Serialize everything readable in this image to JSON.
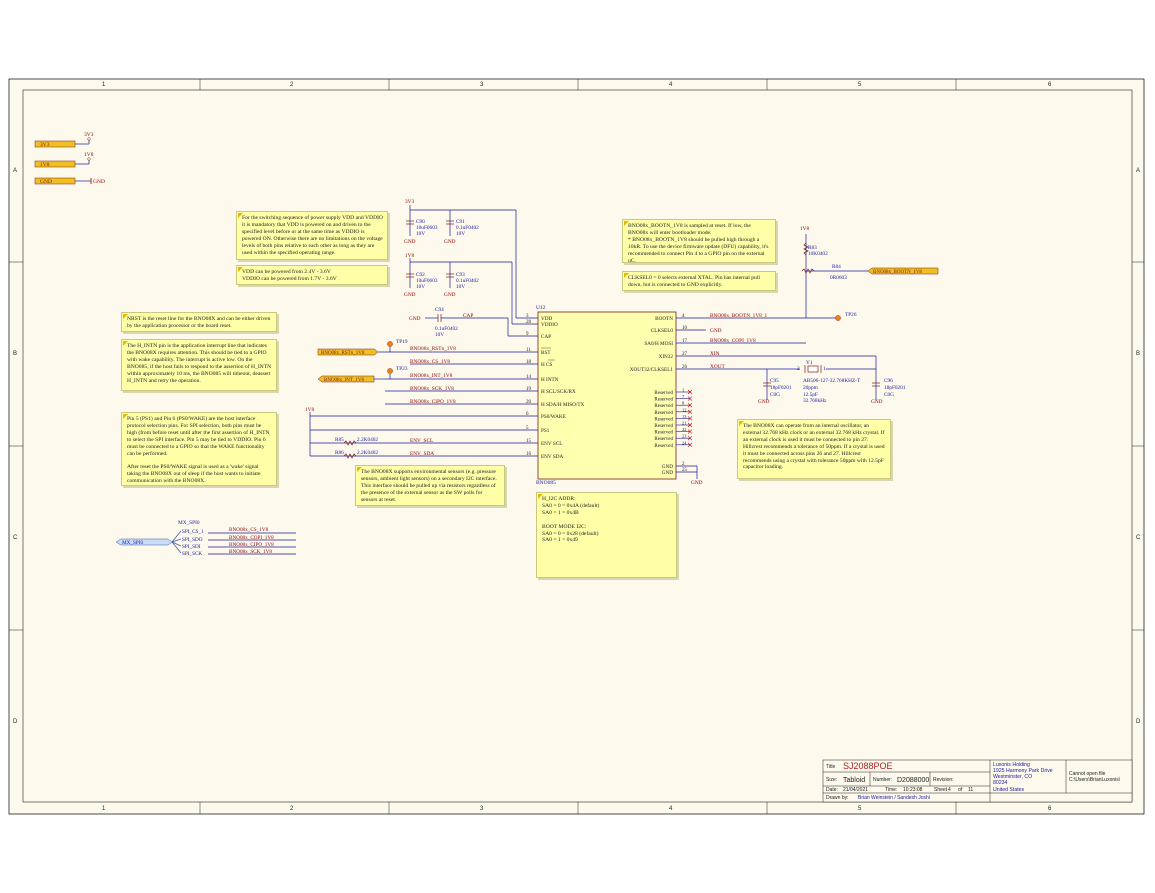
{
  "frame": {
    "columns": [
      "1",
      "2",
      "3",
      "4",
      "5",
      "6"
    ],
    "rows": [
      "A",
      "B",
      "C",
      "D"
    ]
  },
  "power_ports": {
    "p3v3": {
      "label": "3V3",
      "net": "3V3"
    },
    "p1v8": {
      "label": "1V8",
      "net": "1V8"
    },
    "gnd": {
      "label": "GND",
      "net": "GND"
    }
  },
  "notes": {
    "switching": "For the switching sequence of power supply VDD and VDDIO it is mandatory that VDD is powered on and driven to the specified level before or at the same time as VDDIO is powered ON. Otherwise there are no limitations on the voltage levels of both pins relative to each other as long as they are used within the specified operating range.",
    "vdd_range": "VDD can be powered from 2.4V - 3.6V\nVDDIO can be powered from 1.7V - 3.6V",
    "bootn": "BNO08x_BOOTN_1V8 is sampled at reset. If low, the BNO08x will enter bootloader mode.\n* BNO08x_BOOTN_1V8 should be pulled high through a 10kR. To use the device firmware update (DFU) capability, it's recommended to connect Pin 4 to a GPIO pin on the external uC.",
    "clksel": "CLKSEL0 = 0 selects external XTAL. Pin has internal pull down, but is connected to GND explicitly.",
    "nrst": "NRST is the reset line for the BNO08X and can be either driven by the application processor or the board reset.",
    "hintn": "The H_INTN pin is the application interrupt line that indicates the BNO08X requires attention. This should be tied to a GPIO with wake capability. The interrupt is active low. On the BNO085, if the host fails to respond to the assertion of H_INTN within approximately 10 ms, the BNO085 will timeout, deassert H_INTN and retry the operation.",
    "ps": "Pin 5 (PS1) and Pin 6 (PS0/WAKE) are the host interface protocol selection pins. For SPI selection, both pins must be high (from before reset until after the first assertion of H_INTN to select the SPI interface. Pin 5 may be tied to VDDIO. Pin 6 must be connected to a GPIO so that the WAKE functionality can be performed.\n\nAfter reset the PS0/WAKE signal is used as a 'wake' signal taking the BNO08X out of sleep if the host wants to initiate communication with the BNO08X.",
    "env": "The BNO08X supports environmental sensors (e.g. pressure sensors, ambient light sensors) on a secondary I2C interface. This interface should be pulled up via resistors regardless of the presence of the external sensor as the SW polls for sensors at reset.",
    "i2c": "H_I2C ADDR:\nSA0 = 0 = 0x4A (default)\nSA0 = 1 = 0x4B\n\nBOOT MODE I2C:\nSA0 = 0 = 0x28 (default)\nSA0 = 1 = 0x49",
    "osc": "The BNO08X can operate from an internal oscillator, an external 32.768 kHz clock or an external 32.768 kHz crystal. If an external clock is used it must be connected to pin 27. Hillcrest recommends a tolerance of 50ppm. If a crystal is used it must be connected across pins 26 and 27. Hillcrest recommends using a crystal with tolerance 50ppm with 12.5pF capacitor loading."
  },
  "components": {
    "c90": {
      "ref": "C90",
      "value": "10uF0603",
      "rating": "10V"
    },
    "c91": {
      "ref": "C91",
      "value": "0.1uF0402",
      "rating": "10V"
    },
    "c92": {
      "ref": "C92",
      "value": "10uF0603",
      "rating": "10V"
    },
    "c93": {
      "ref": "C93",
      "value": "0.1uF0402",
      "rating": "10V"
    },
    "c94": {
      "ref": "C94",
      "value": "0.1uF0402",
      "rating": "10V"
    },
    "c95": {
      "ref": "C95",
      "value": "18pF0201",
      "rating": "C0G"
    },
    "c96": {
      "ref": "C96",
      "value": "18pF0201",
      "rating": "C0G"
    },
    "r83": {
      "ref": "R83",
      "value": "10K0402"
    },
    "r84": {
      "ref": "R84",
      "value": "0R0603"
    },
    "r85": {
      "ref": "R85",
      "value": "2.2K0402"
    },
    "r86": {
      "ref": "R86",
      "value": "2.2K0402"
    },
    "y1": {
      "ref": "Y1",
      "part": "AB506-127-32.768KHZ-T",
      "tol": "20ppm",
      "load": "12.5pF",
      "freq": "32.768kHz",
      "pin2": "2",
      "pin1": "1"
    },
    "tp19": "TP19",
    "tp23": "TP23",
    "tp26": "TP26"
  },
  "ic": {
    "ref": "U12",
    "part": "BNO085",
    "left_pins": [
      {
        "num": "3",
        "name": "VDD"
      },
      {
        "num": "28",
        "name": "VDDIO"
      },
      {
        "num": "9",
        "name": "CAP"
      },
      {
        "num": "11",
        "name": "RST"
      },
      {
        "num": "18",
        "name": "H CS"
      },
      {
        "num": "14",
        "name": "H INTN"
      },
      {
        "num": "19",
        "name": "H SCL/SCK/RX"
      },
      {
        "num": "20",
        "name": "H SDA/H MISO/TX"
      },
      {
        "num": "6",
        "name": "PS0/WAKE"
      },
      {
        "num": "5",
        "name": "PS1"
      },
      {
        "num": "15",
        "name": "ENV SCL"
      },
      {
        "num": "16",
        "name": "ENV SDA"
      }
    ],
    "right_pins": [
      {
        "num": "4",
        "name": "BOOTN"
      },
      {
        "num": "10",
        "name": "CLKSEL0"
      },
      {
        "num": "17",
        "name": "SA0/H MOSI"
      },
      {
        "num": "27",
        "name": "XIN32"
      },
      {
        "num": "26",
        "name": "XOUT32/CLKSEL1"
      }
    ],
    "reserved_label": "Reserved",
    "reserved_pins": [
      "1",
      "7",
      "8",
      "12",
      "13",
      "21",
      "22",
      "23",
      "24"
    ],
    "gnd_pins": [
      {
        "num": "2",
        "name": "GND"
      },
      {
        "num": "25",
        "name": "GND"
      }
    ]
  },
  "nets": {
    "rstn": "BNO08x_RSTn_1V8",
    "cs": "BNO08x_CS_1V8",
    "int": "BNO08x_INT_1V8",
    "sck": "BNO08x_SCK_1V8",
    "cipo": "BNO08x_CIPO_1V8",
    "copi": "BNO08x_COPI_1V8",
    "bootn1": "BNO08x_BOOTN_1V8_1",
    "bootn": "BNO08x_BOOTN_1V8",
    "cap": "CAP",
    "env_scl": "ENV_SCL",
    "env_sda": "ENV_SDA",
    "xin": "XIN",
    "xout": "XOUT",
    "gnd": "GND",
    "v1v8": "1V8",
    "v3v3": "3V3"
  },
  "harness": {
    "name": "MX_SPI0",
    "port": "MX_SPI0",
    "entries": [
      "SPI_CS_1",
      "SPI_SDO",
      "SPI_SDI",
      "SPI_SCK"
    ],
    "nets": [
      "BNO08x_CS_1V8",
      "BNO08x_COPI_1V8",
      "BNO08x_CIPO_1V8",
      "BNO08x_SCK_1V8"
    ]
  },
  "title_block": {
    "title_label": "Title",
    "title": "SJ2088POE",
    "size_label": "Size:",
    "size": "Tabloid",
    "number_label": "Number:",
    "number": "D2088000",
    "revision_label": "Revision:",
    "date_label": "Date:",
    "date": "21/04/2021",
    "time_label": "Time:",
    "time": "10:23:08",
    "sheet_label": "Sheet",
    "sheet": "4",
    "of_label": "of",
    "sheets": "11",
    "drawn_label": "Drawn by:",
    "drawn": "Brian Weinstein / Sandesh Joshi",
    "company": [
      "Luxonis Holding",
      "1925 Harmony Park Drive",
      "Westminster, CO",
      "80234",
      "United States"
    ],
    "file": [
      "Cannot open file",
      "C:\\Users\\BrianLuxonis\\"
    ]
  },
  "colors": {
    "wire": "#1a1aa0",
    "border": "#7a2020",
    "net": "#8b0000",
    "ic_fill": "#ffffb0",
    "note_fill": "#ffffa8",
    "sheet_bg": "#fdf9ec",
    "tp": "#f08010"
  }
}
